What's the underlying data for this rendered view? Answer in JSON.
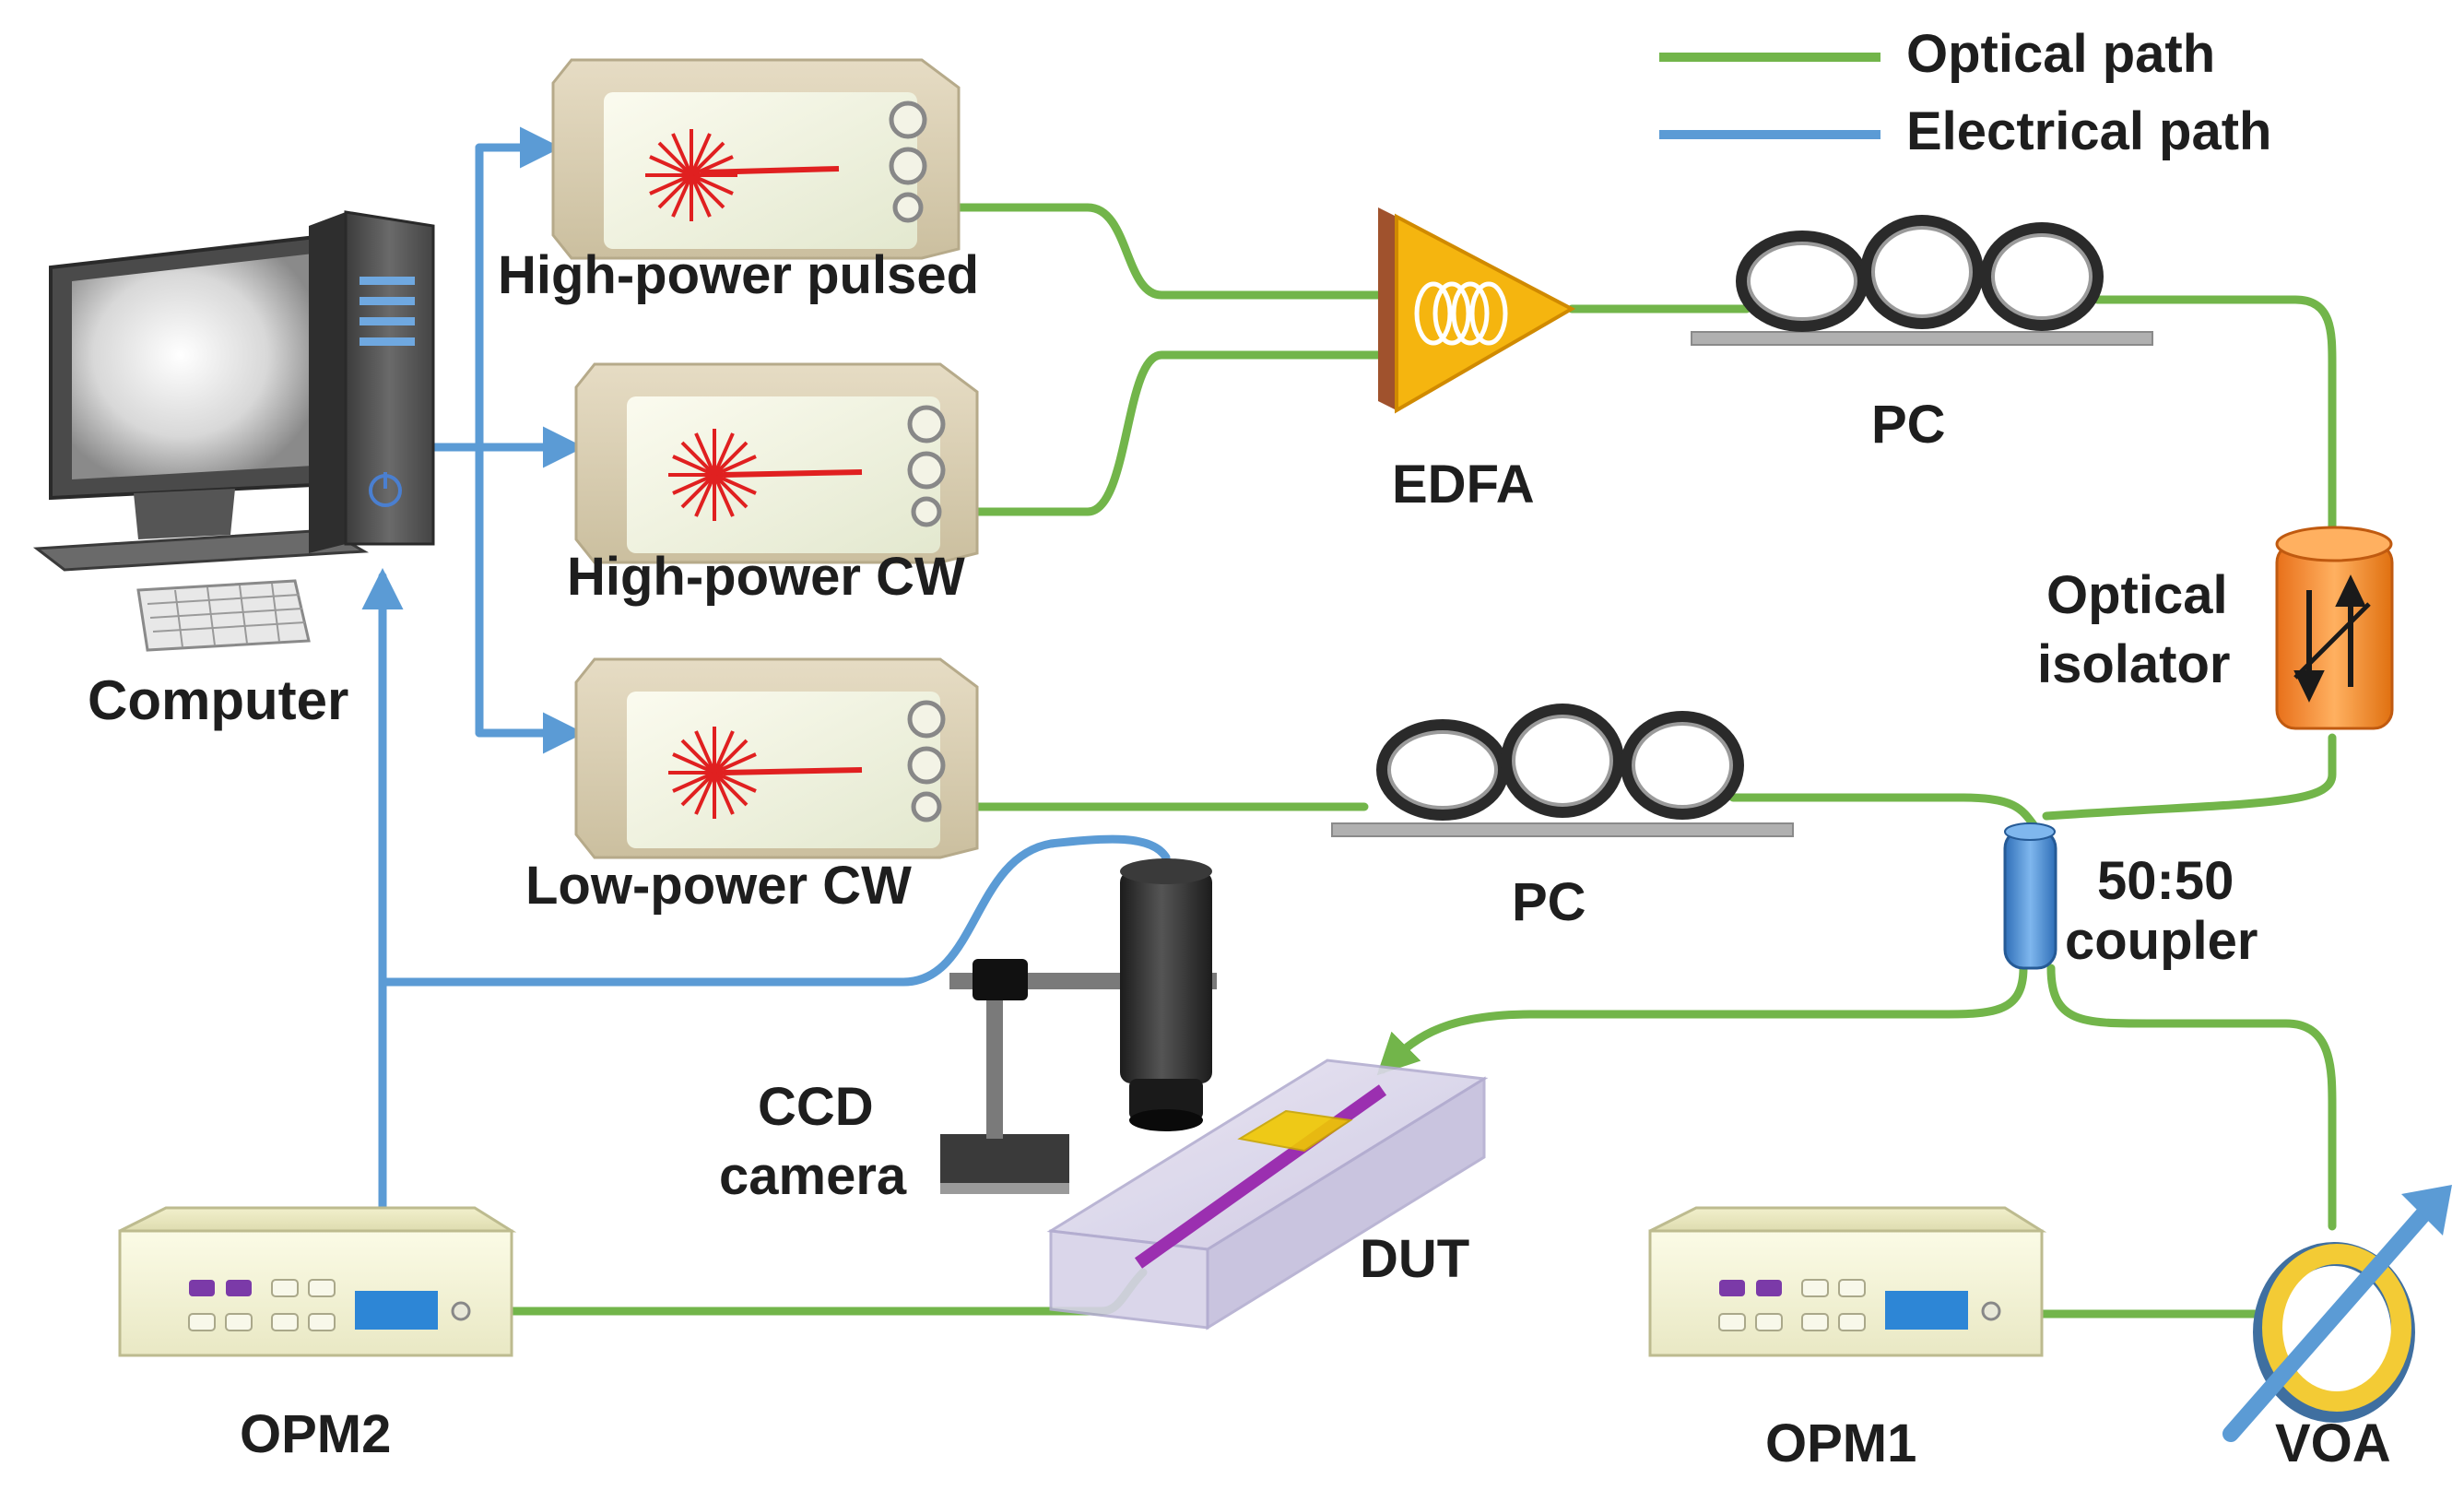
{
  "legend": {
    "optical": "Optical path",
    "electrical": "Electrical path"
  },
  "labels": {
    "computer": "Computer",
    "laser_pulsed": "High-power pulsed",
    "laser_cw_high": "High-power CW",
    "laser_cw_low": "Low-power CW",
    "edfa": "EDFA",
    "pc_top": "PC",
    "pc_bottom": "PC",
    "isolator_line1": "Optical",
    "isolator_line2": "isolator",
    "coupler_line1": "50:50",
    "coupler_line2": "coupler",
    "ccd_line1": "CCD",
    "ccd_line2": "camera",
    "dut": "DUT",
    "opm1": "OPM1",
    "opm2": "OPM2",
    "voa": "VOA"
  },
  "colors": {
    "optical_path": "#72b54a",
    "electrical_path": "#5b9bd5",
    "laser_beam": "#e02020",
    "edfa": "#f5b50f",
    "isolator": "#f08a24",
    "coupler": "#4a90d9",
    "waveguide": "#9b2fb0",
    "sample_pad": "#f0c800"
  }
}
